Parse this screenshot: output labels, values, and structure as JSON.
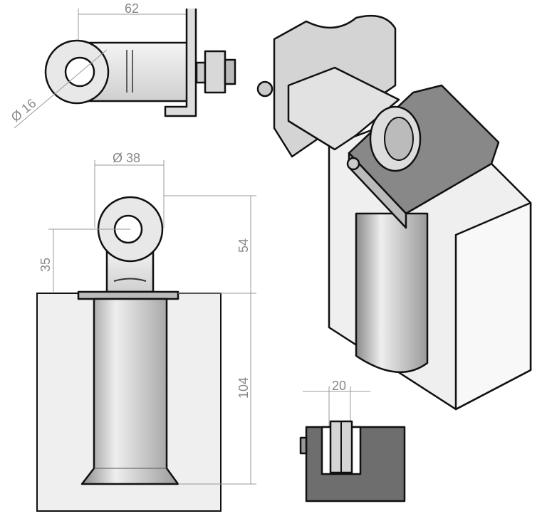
{
  "drawing": {
    "top_view": {
      "length_label": "62",
      "eye_diameter_label": "Ø 16"
    },
    "front_view": {
      "eye_diameter_label": "Ø 38",
      "eye_center_label": "35",
      "upper_height_label": "54",
      "tube_height_label": "104"
    },
    "roller_view": {
      "width_label": "20"
    },
    "colors": {
      "outline": "#111111",
      "dimension": "#999999",
      "block": "#eeeeee",
      "dark_block": "#6e6e6e"
    }
  }
}
